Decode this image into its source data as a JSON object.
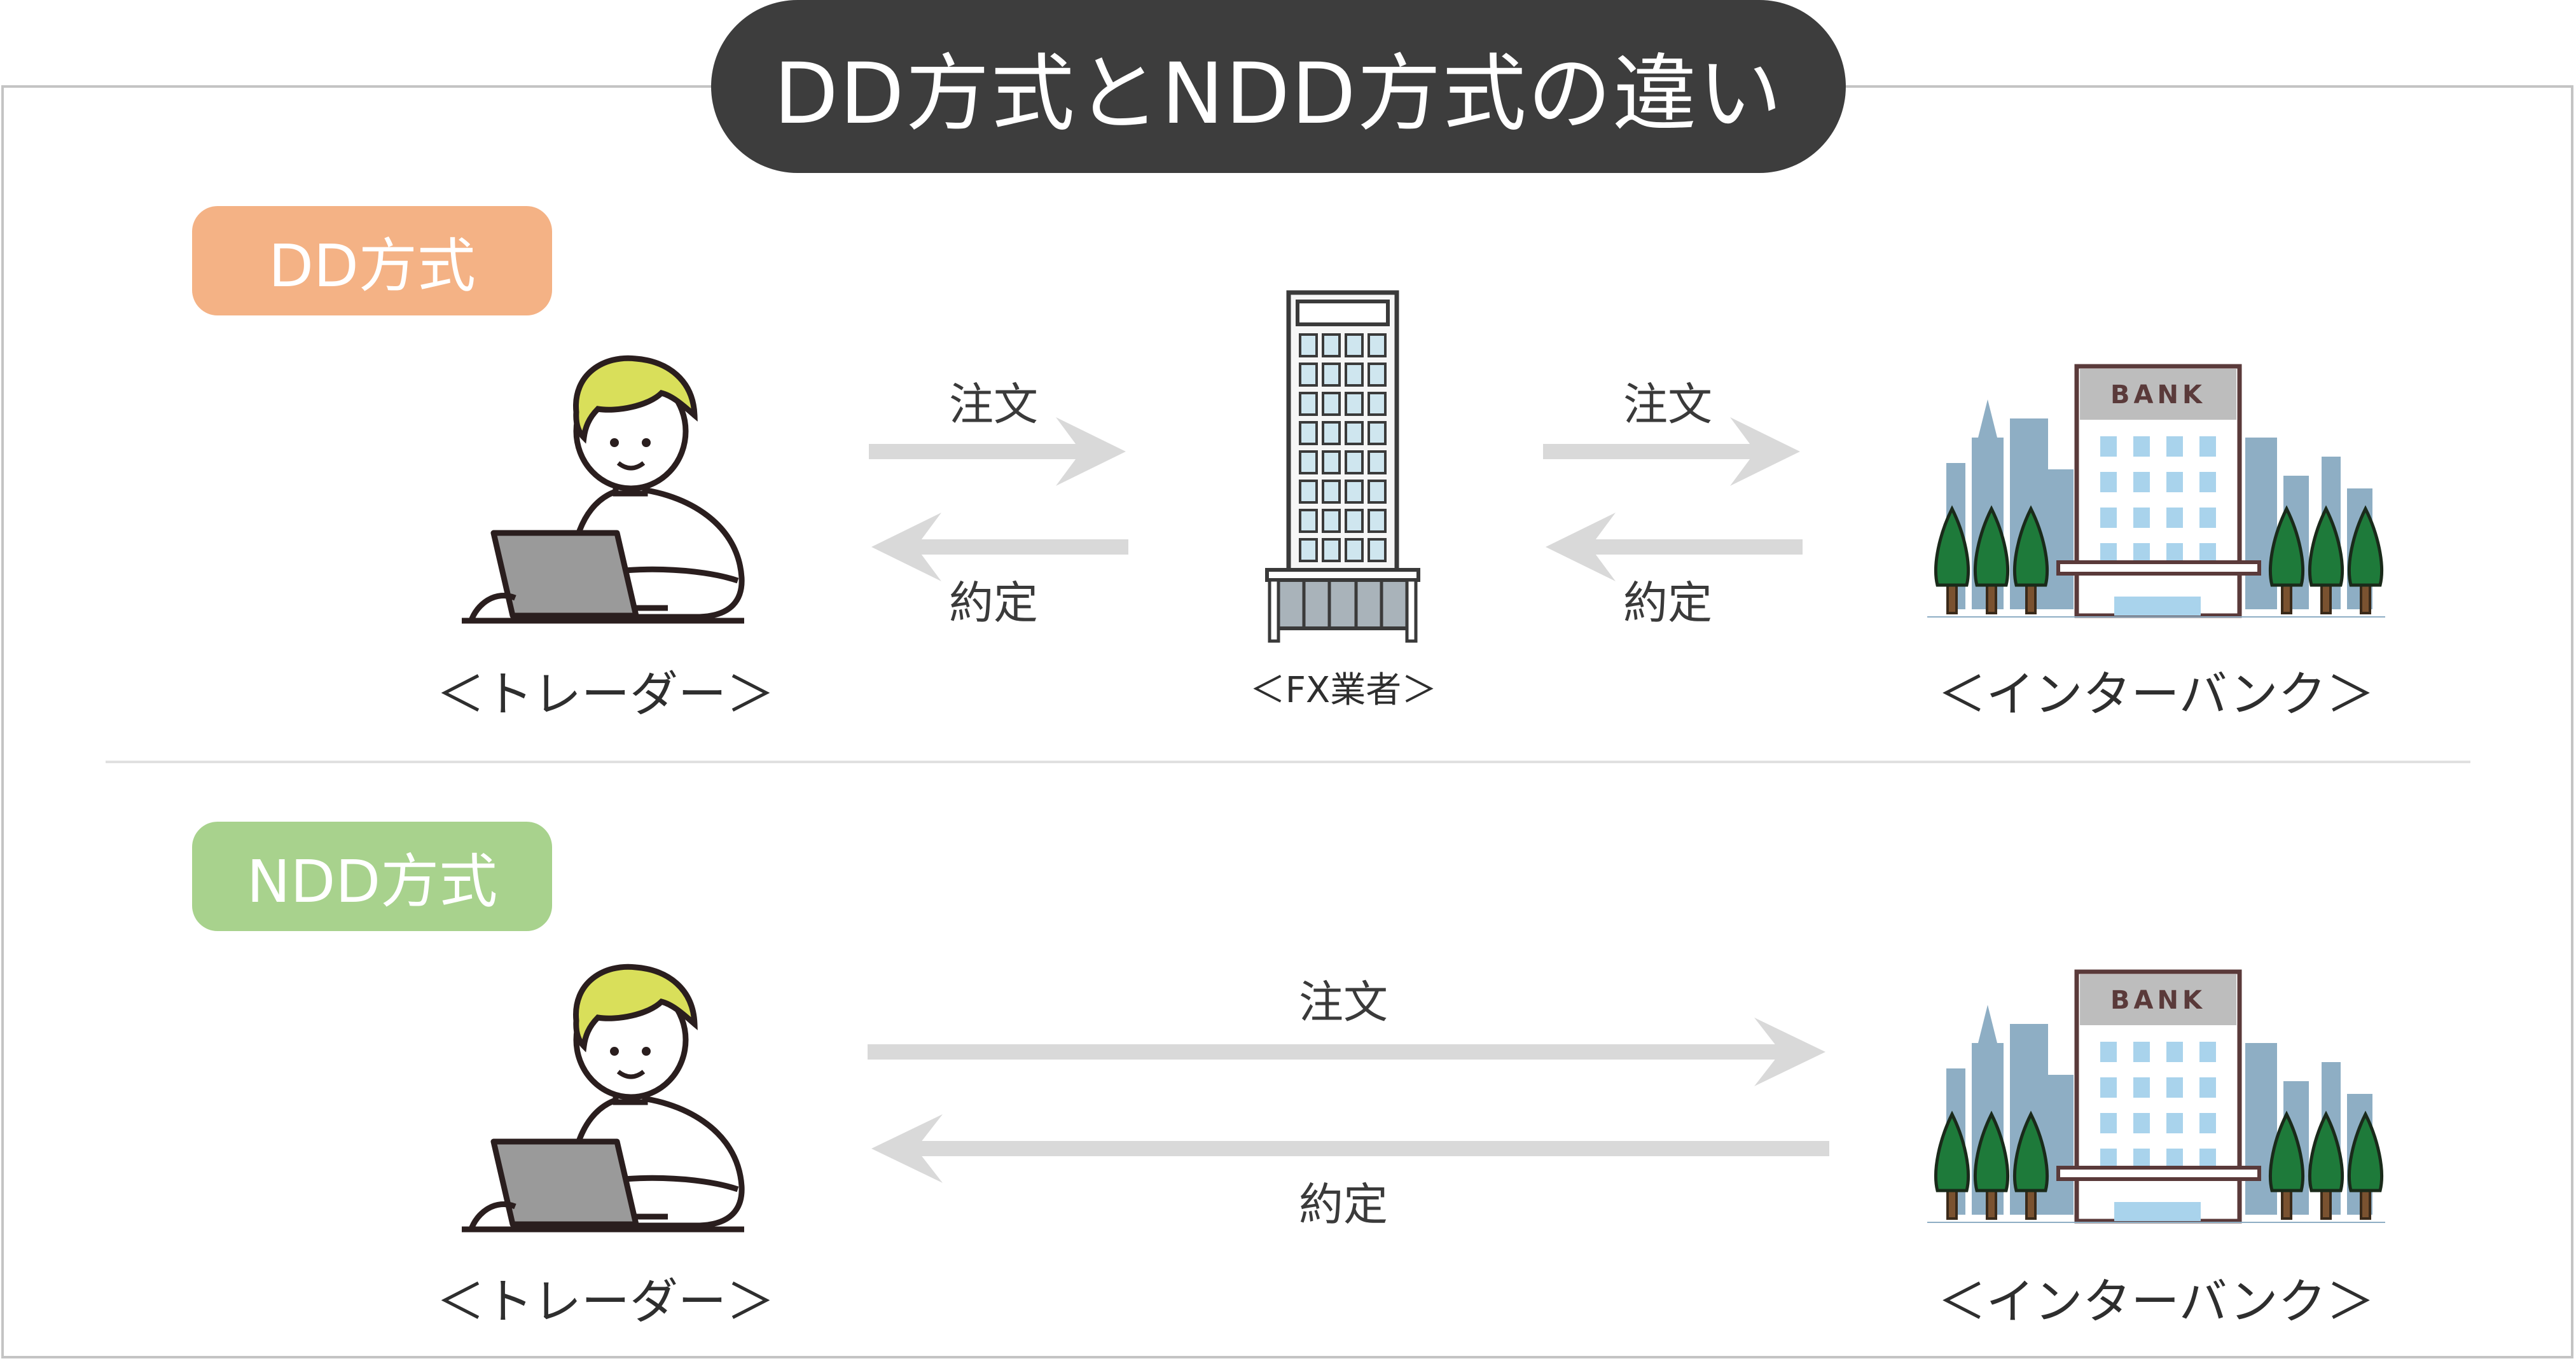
{
  "title": "DD方式とNDD方式の違い",
  "colors": {
    "title_bg": "#3d3d3d",
    "dd_badge": "#f4b285",
    "ndd_badge": "#a8d28d",
    "arrow": "#d9d9d9",
    "hair": "#d9df5a",
    "laptop": "#9a9a9a",
    "tree": "#1e7a3a",
    "city": "#8eaec4"
  },
  "dd": {
    "badge": "DD方式",
    "trader_label": "＜トレーダー＞",
    "broker_label": "＜FX業者＞",
    "interbank_label": "＜インターバンク＞",
    "arrow1_order": "注文",
    "arrow1_fill": "約定",
    "arrow2_order": "注文",
    "arrow2_fill": "約定"
  },
  "ndd": {
    "badge": "NDD方式",
    "trader_label": "＜トレーダー＞",
    "interbank_label": "＜インターバンク＞",
    "order": "注文",
    "fill": "約定"
  },
  "bank_sign": "BANK",
  "icons": [
    "trader-icon",
    "fx-broker-building-icon",
    "interbank-bank-icon",
    "arrow-right-icon",
    "arrow-left-icon"
  ]
}
